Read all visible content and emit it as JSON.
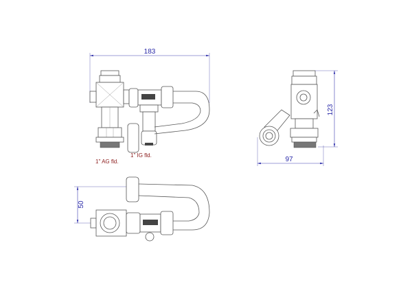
{
  "dimensions": {
    "width_front": "183",
    "height_side": "123",
    "width_side": "97",
    "depth_top": "50"
  },
  "labels": {
    "ag_connection": "1\" AG fld.",
    "ig_connection": "1\" IG fld."
  },
  "colors": {
    "dimension": "#2828a8",
    "label": "#8b1a1a",
    "line": "#555555"
  }
}
